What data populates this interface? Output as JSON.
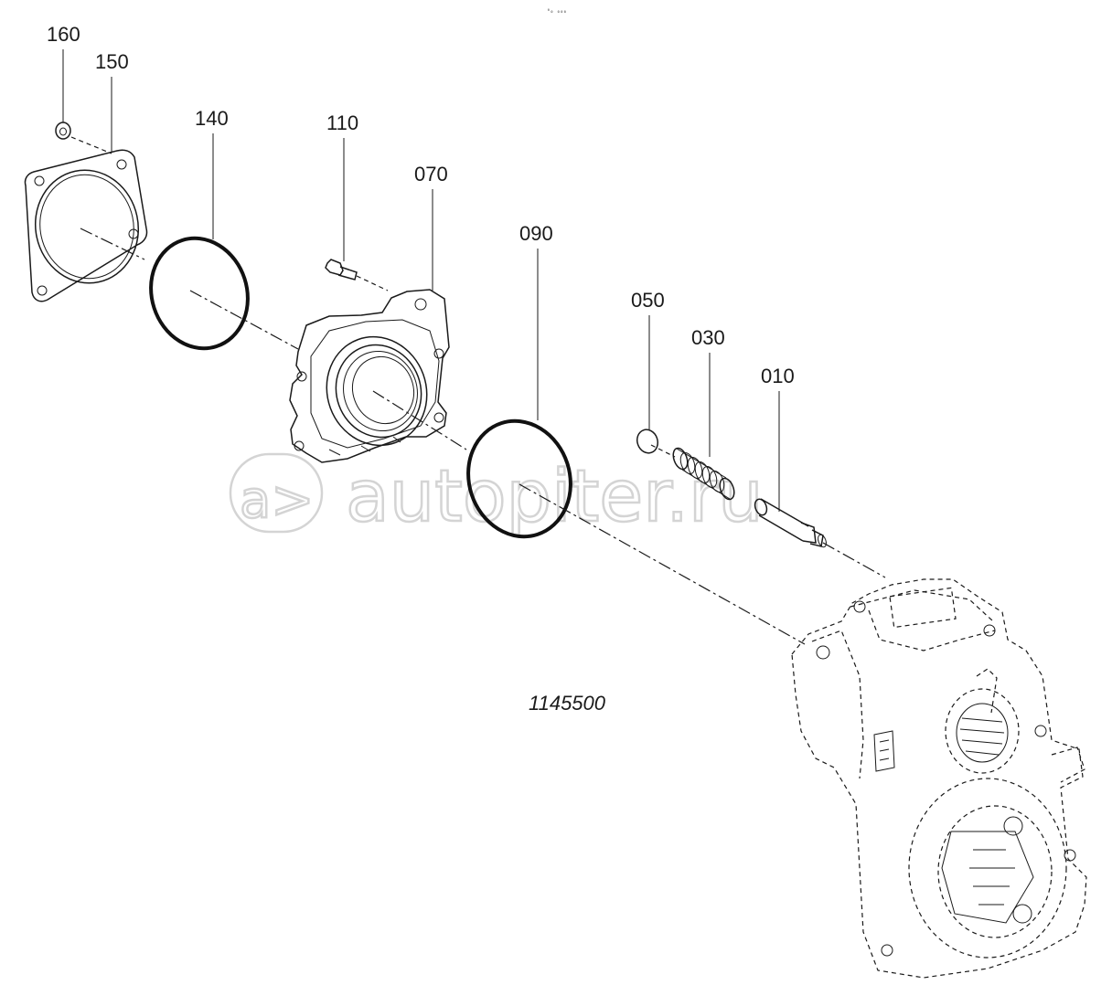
{
  "diagram": {
    "drawing_number": "1145500",
    "header_mark": "⁰₀ ₀₀₀",
    "watermark": {
      "logo": "a>",
      "text": "autopiter.ru"
    },
    "callouts": [
      {
        "id": "160",
        "label": "160"
      },
      {
        "id": "150",
        "label": "150"
      },
      {
        "id": "140",
        "label": "140"
      },
      {
        "id": "110",
        "label": "110"
      },
      {
        "id": "070",
        "label": "070"
      },
      {
        "id": "090",
        "label": "090"
      },
      {
        "id": "050",
        "label": "050"
      },
      {
        "id": "030",
        "label": "030"
      },
      {
        "id": "010",
        "label": "010"
      }
    ]
  }
}
